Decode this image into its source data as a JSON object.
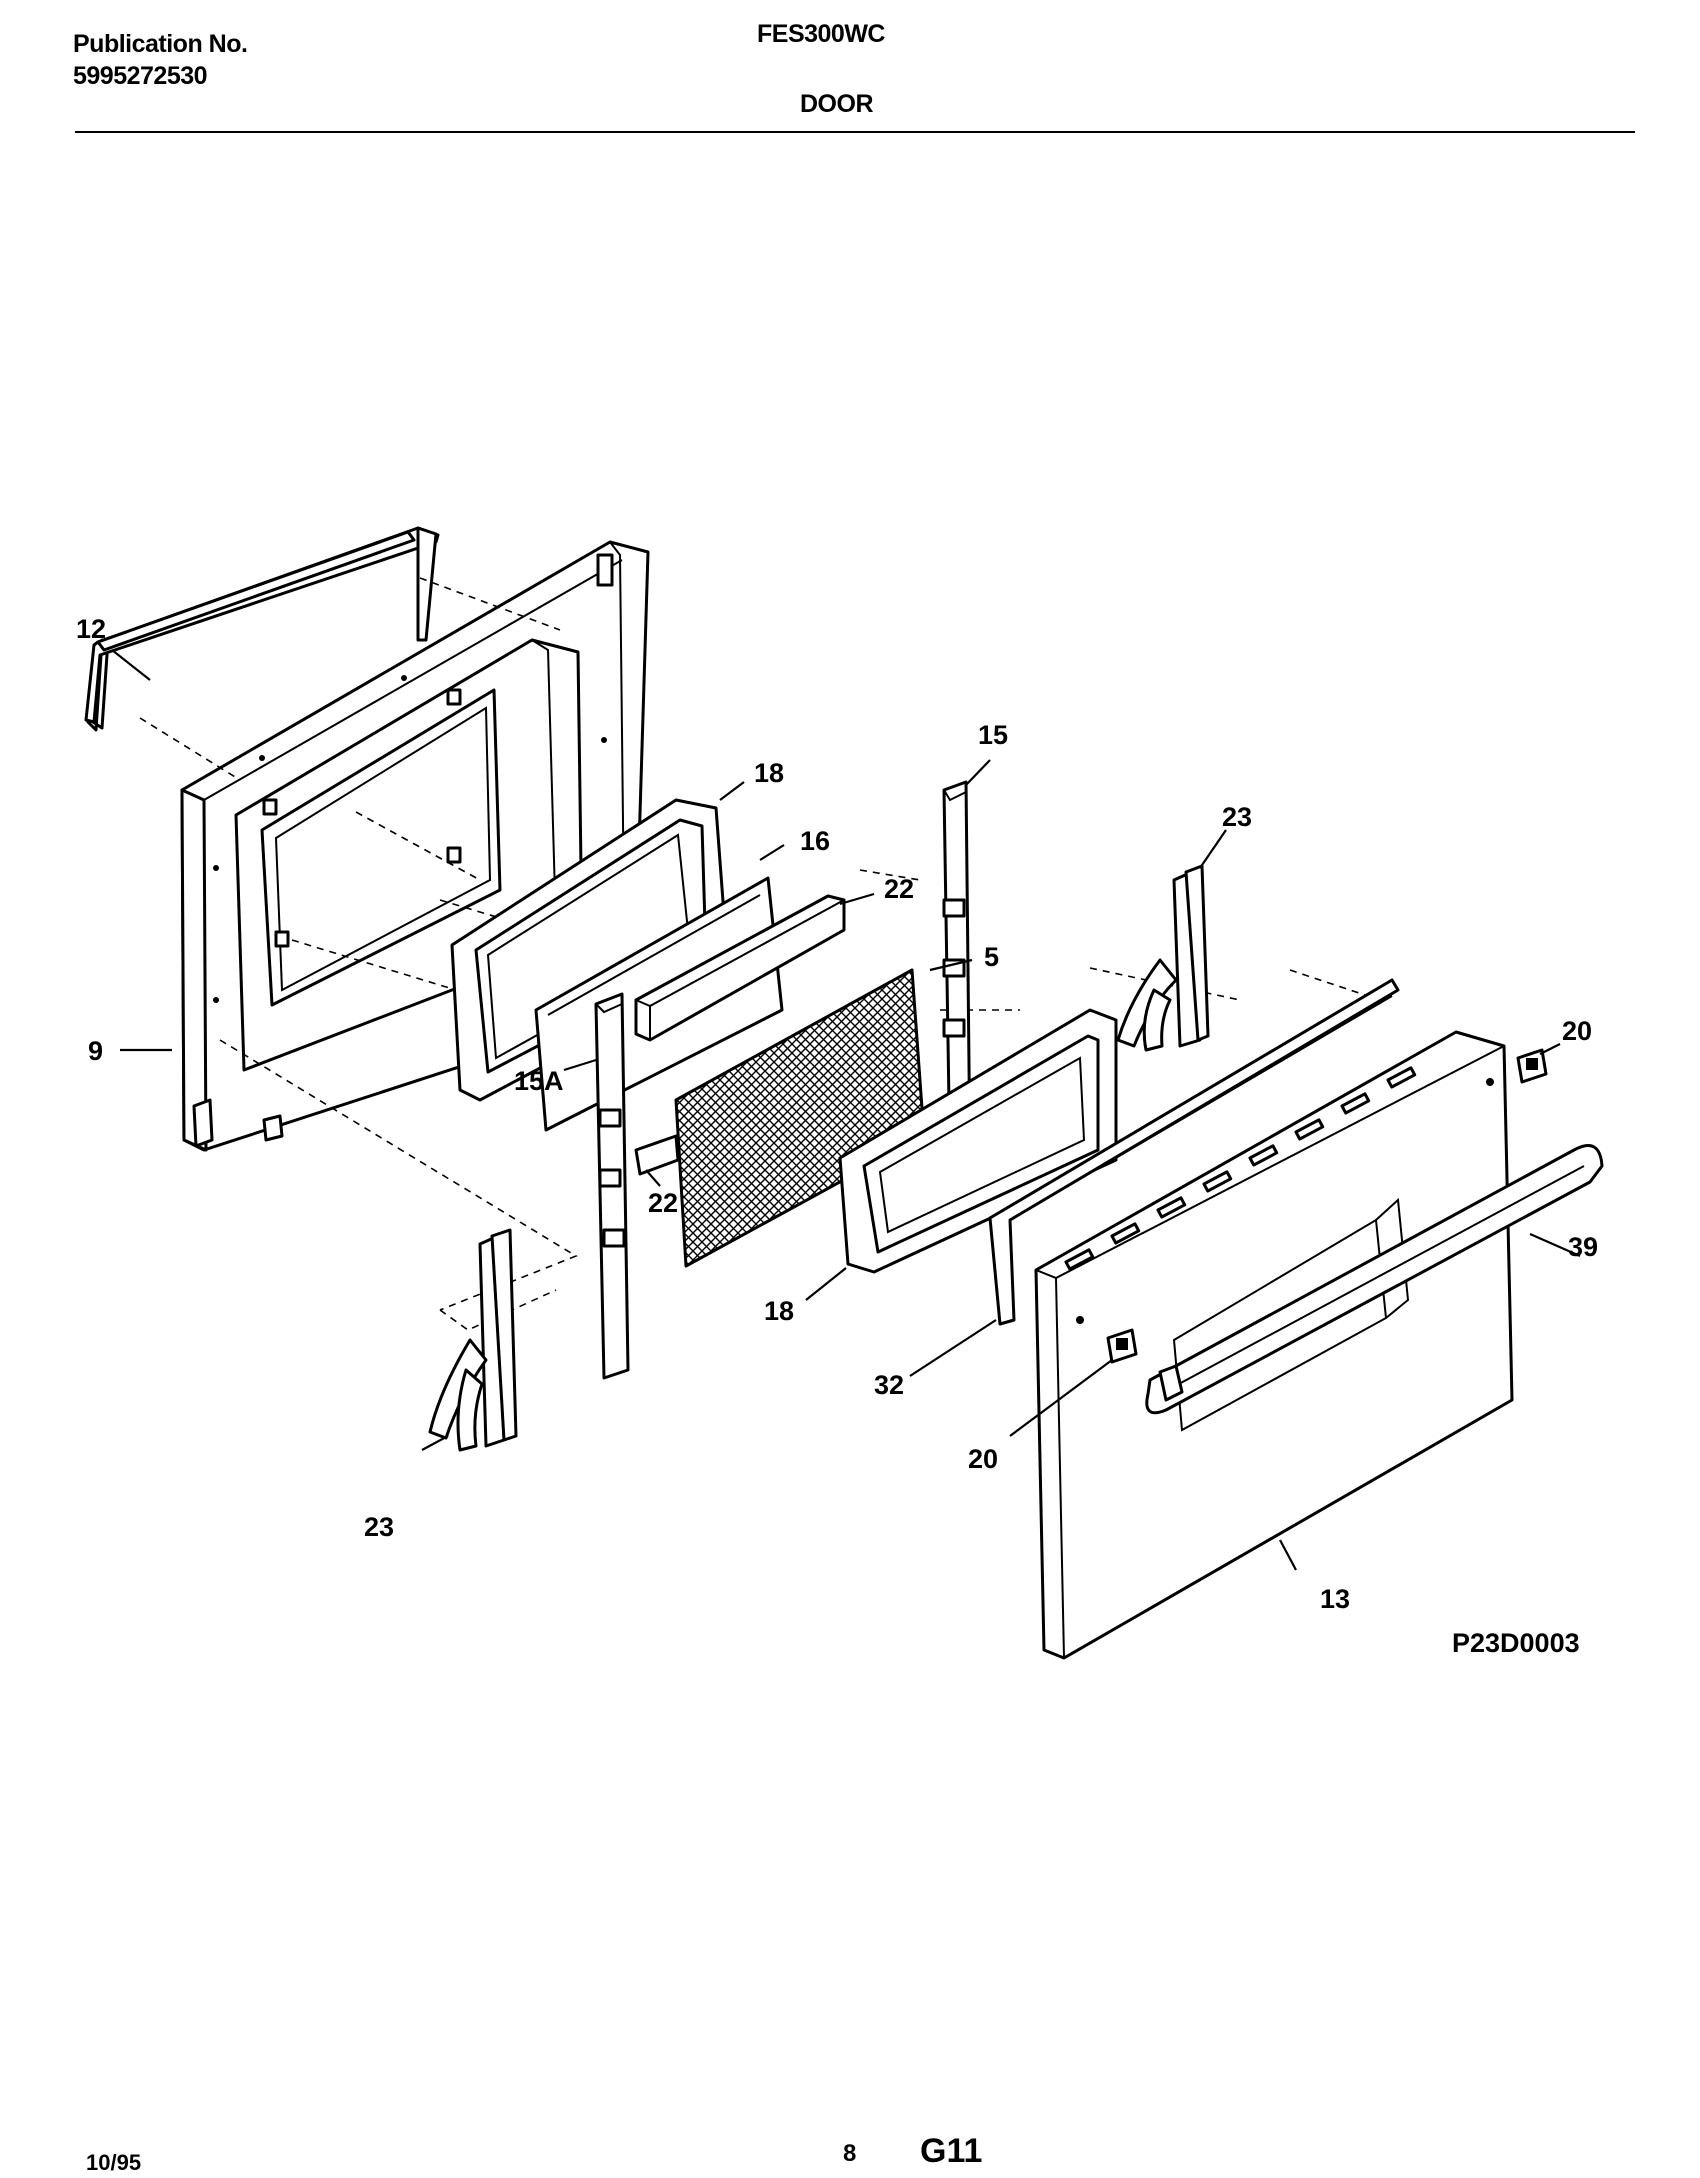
{
  "header": {
    "publication_label": "Publication No.",
    "publication_number": "5995272530",
    "model": "FES300WC",
    "section": "DOOR"
  },
  "diagram": {
    "drawing_code": "P23D0003",
    "callouts": {
      "c12": "12",
      "c9": "9",
      "c18a": "18",
      "c16": "16",
      "c22a": "22",
      "c15": "15",
      "c5": "5",
      "c15a": "15A",
      "c22b": "22",
      "c18b": "18",
      "c23a": "23",
      "c23b": "23",
      "c20a": "20",
      "c39": "39",
      "c32": "32",
      "c20b": "20",
      "c13": "13"
    }
  },
  "footer": {
    "date": "10/95",
    "page": "8",
    "code": "G11"
  }
}
